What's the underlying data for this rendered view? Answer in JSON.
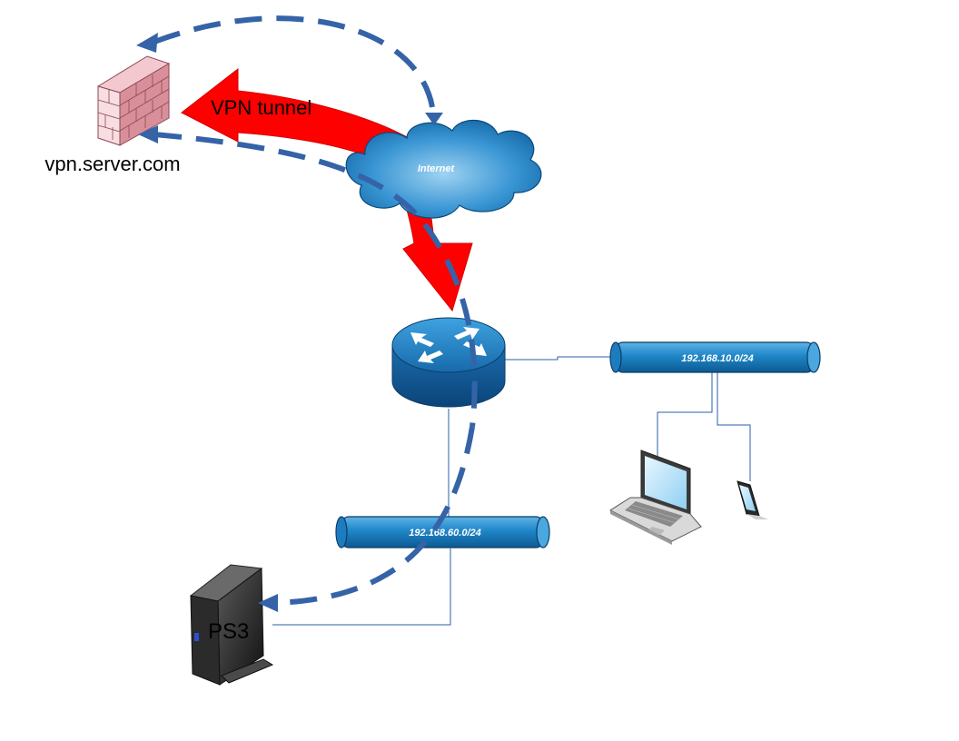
{
  "diagram": {
    "firewall": {
      "icon": "firewall-icon",
      "label": "vpn.server.com"
    },
    "cloud": {
      "icon": "cloud-icon",
      "label": "Internet"
    },
    "tunnel": {
      "label": "VPN tunnel",
      "color": "#ff0000"
    },
    "router": {
      "icon": "router-icon"
    },
    "networks": [
      {
        "label": "192.168.10.0/24"
      },
      {
        "label": "192.168.60.0/24"
      }
    ],
    "laptop": {
      "icon": "laptop-icon"
    },
    "phone": {
      "icon": "phone-icon"
    },
    "console": {
      "icon": "console-icon",
      "label": "PS3"
    },
    "colors": {
      "dashed_path": "#3563a8",
      "pipe": "#1b75bb",
      "connector": "#2a5fa8"
    }
  }
}
